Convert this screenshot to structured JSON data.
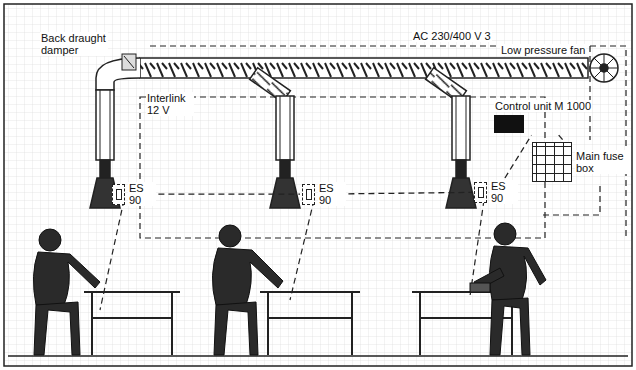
{
  "diagram": {
    "nodes": [
      {
        "text": [
          "ES 90"
        ]
      },
      {
        "text": [
          "ES 90"
        ]
      },
      {
        "text": [
          "ES 90"
        ]
      },
      {
        "text": [
          "Control unit M 1000"
        ]
      },
      {
        "text": [
          "Main fuse box"
        ]
      }
    ],
    "edges": [
      {
        "from": 0,
        "to": 1,
        "arrow": "none"
      },
      {
        "from": 1,
        "to": 2,
        "arrow": "none"
      },
      {
        "from": 2,
        "to": 3,
        "arrow": "none"
      },
      {
        "from": 3,
        "to": 4,
        "arrow": "none"
      }
    ],
    "labels": [
      "AC 230/400 V 3",
      "Back draught damper",
      "Low pressure fan",
      "Interlink 12 V"
    ]
  }
}
